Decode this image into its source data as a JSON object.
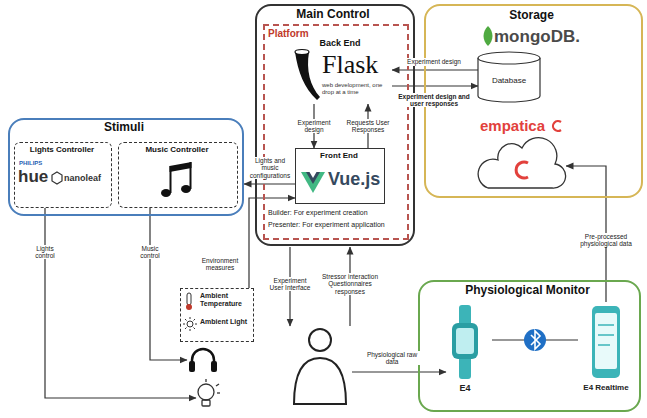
{
  "diagram": {
    "nodes": [
      {
        "text": [
          "Main Control"
        ]
      },
      {
        "text": [
          "Platform",
          "Builder: For experiment creation",
          "Presenter: For experiment application"
        ],
        "in": 0
      },
      {
        "text": [
          "Back End",
          "Flask",
          "web development, one drop at a time"
        ],
        "in": 1
      },
      {
        "text": [
          "Front End",
          "Vue.js"
        ],
        "in": 1
      },
      {
        "text": [
          "Storage",
          "mongoDB."
        ]
      },
      {
        "text": [
          "Database"
        ],
        "in": 4
      },
      {
        "text": [
          "empatica"
        ],
        "in": 4
      },
      {
        "text": [
          "Stimuli"
        ]
      },
      {
        "text": [
          "Lights Controller",
          "PHILIPS",
          "hue",
          "nanoleaf"
        ],
        "in": 7
      },
      {
        "text": [
          "Music Controller"
        ],
        "in": 7
      },
      {
        "text": [
          "Ambient Temperature",
          "Ambient Light"
        ]
      },
      {
        "text": [
          "Physiological Monitor"
        ]
      },
      {
        "text": [
          "E4"
        ],
        "in": 11
      },
      {
        "text": [
          "E4 Realtime"
        ],
        "in": 11
      }
    ],
    "edges": [
      {
        "from": 5,
        "to": 2,
        "label": "Experiment design",
        "arrow": "to"
      },
      {
        "from": 2,
        "to": 5,
        "label": "Experiment design and user responses",
        "arrow": "to"
      },
      {
        "from": 2,
        "to": 3,
        "label": "Experiment design",
        "arrow": "to"
      },
      {
        "from": 3,
        "to": 2,
        "label": "Requests User Responses",
        "arrow": "to"
      },
      {
        "from": 3,
        "to": 7,
        "label": "Lights and music configurations",
        "arrow": "to"
      },
      {
        "from": 10,
        "to": 3,
        "label": "Environment measures",
        "arrow": "to"
      },
      {
        "from": 13,
        "to": 6,
        "label": "Pre-processed physiological data",
        "arrow": "to"
      },
      {
        "from": 12,
        "to": 13,
        "arrow": "none"
      }
    ],
    "labels": [
      "Lights control",
      "Music control",
      "Experiment User Interface",
      "Stressor interaction Questionnaires responses",
      "Physiological raw data"
    ]
  }
}
